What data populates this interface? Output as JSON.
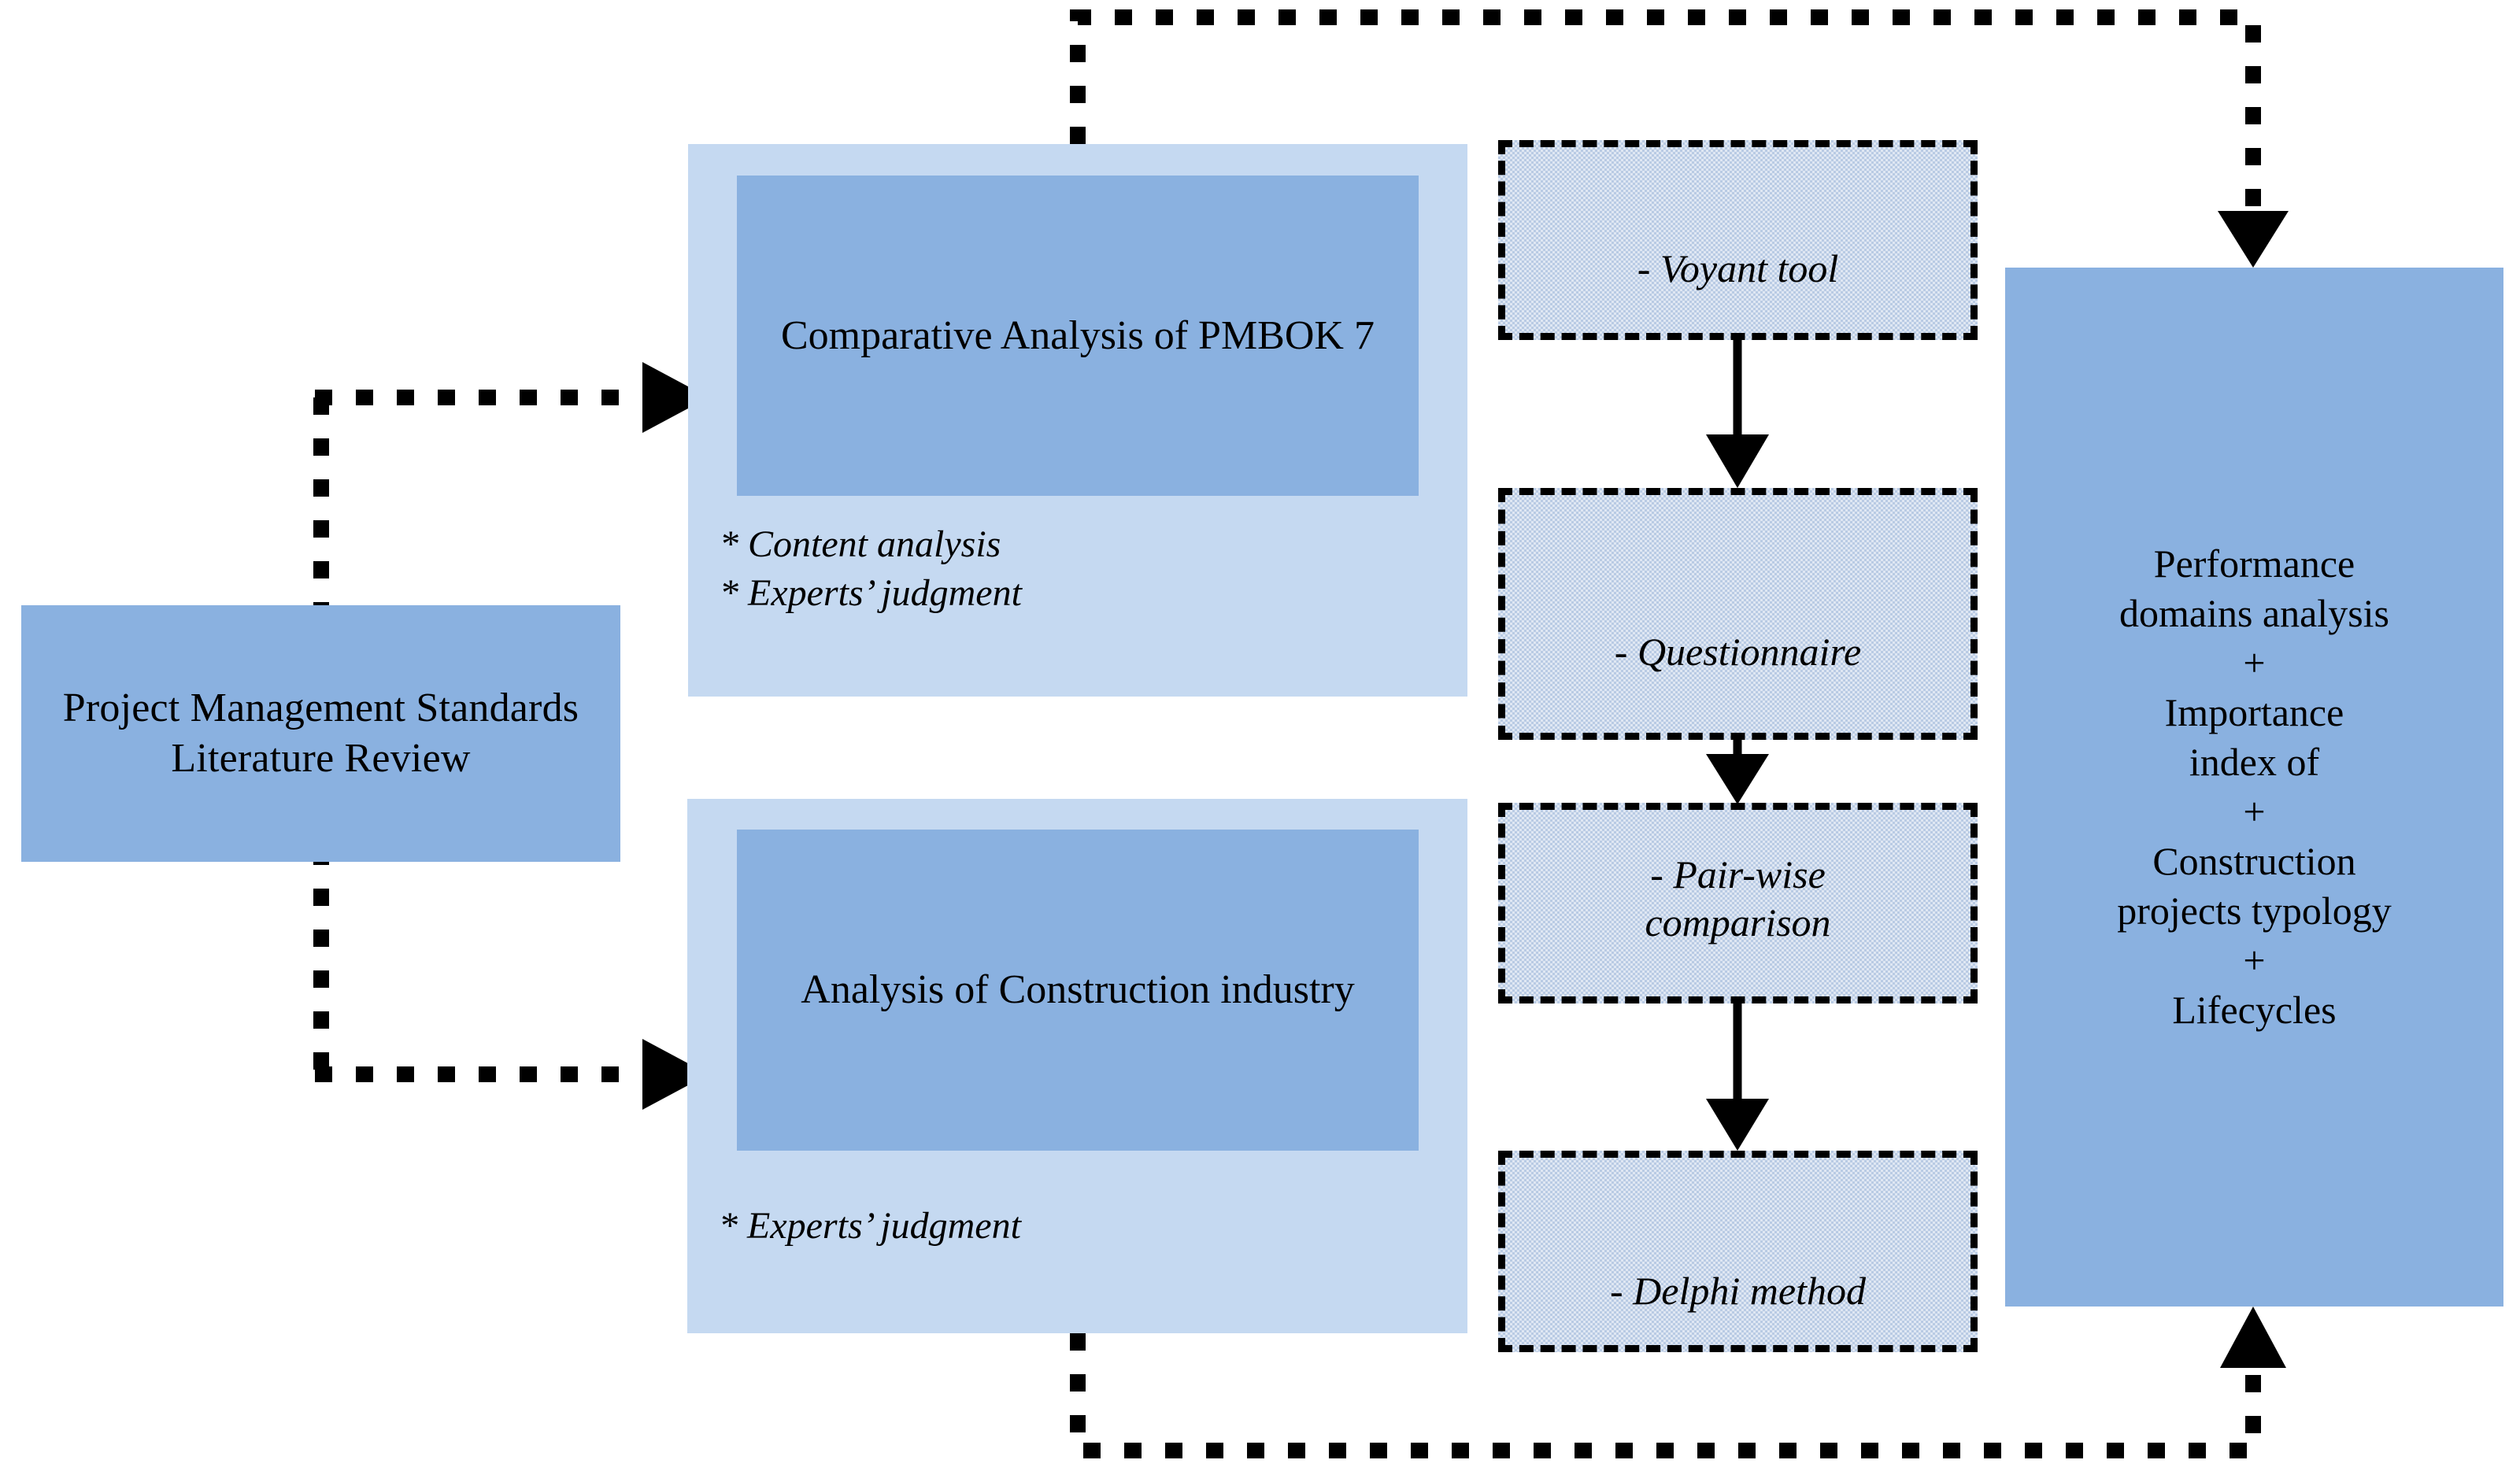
{
  "diagram": {
    "title": "Research methodology flow diagram",
    "colors": {
      "node_fill_dark": "#8ab1e0",
      "node_fill_light": "#c5d9f1",
      "method_box_fill": "#dfe7f3",
      "line": "#000000",
      "background": "#ffffff"
    }
  },
  "nodes": {
    "literature_review": {
      "label": "Project Management\nStandards Literature\nReview"
    },
    "pmbok_group": {
      "title": "Comparative Analysis of\nPMBOK 7",
      "bullets": "* Content analysis\n* Experts’ judgment"
    },
    "construction_group": {
      "title": "Analysis of\nConstruction industry",
      "bullets": "* Experts’ judgment"
    },
    "outcome": {
      "label": "Performance\ndomains analysis\n+\nImportance\nindex of\n+\nConstruction\nprojects typology\n+\nLifecycles"
    }
  },
  "methods": [
    {
      "id": "voyant",
      "label": "- Voyant tool"
    },
    {
      "id": "questionnaire",
      "label": "- Questionnaire"
    },
    {
      "id": "pairwise",
      "label": "- Pair-wise\ncomparison"
    },
    {
      "id": "delphi",
      "label": "- Delphi method"
    }
  ],
  "connectors": [
    {
      "id": "lit-to-pmbok",
      "style": "dotted",
      "from": "literature_review",
      "to": "pmbok_group",
      "arrow": "right"
    },
    {
      "id": "lit-to-construction",
      "style": "dotted",
      "from": "literature_review",
      "to": "construction_group",
      "arrow": "right"
    },
    {
      "id": "voyant-to-questionnaire",
      "style": "solid",
      "from": "voyant",
      "to": "questionnaire",
      "arrow": "down"
    },
    {
      "id": "questionnaire-to-pairwise",
      "style": "solid",
      "from": "questionnaire",
      "to": "pairwise",
      "arrow": "down"
    },
    {
      "id": "pairwise-to-delphi",
      "style": "solid",
      "from": "pairwise",
      "to": "delphi",
      "arrow": "down"
    },
    {
      "id": "top-feedback",
      "style": "dotted",
      "from": "pmbok_group",
      "to": "outcome",
      "arrow": "down"
    },
    {
      "id": "bottom-feedback",
      "style": "dotted",
      "from": "construction_group",
      "to": "outcome",
      "arrow": "up"
    }
  ]
}
